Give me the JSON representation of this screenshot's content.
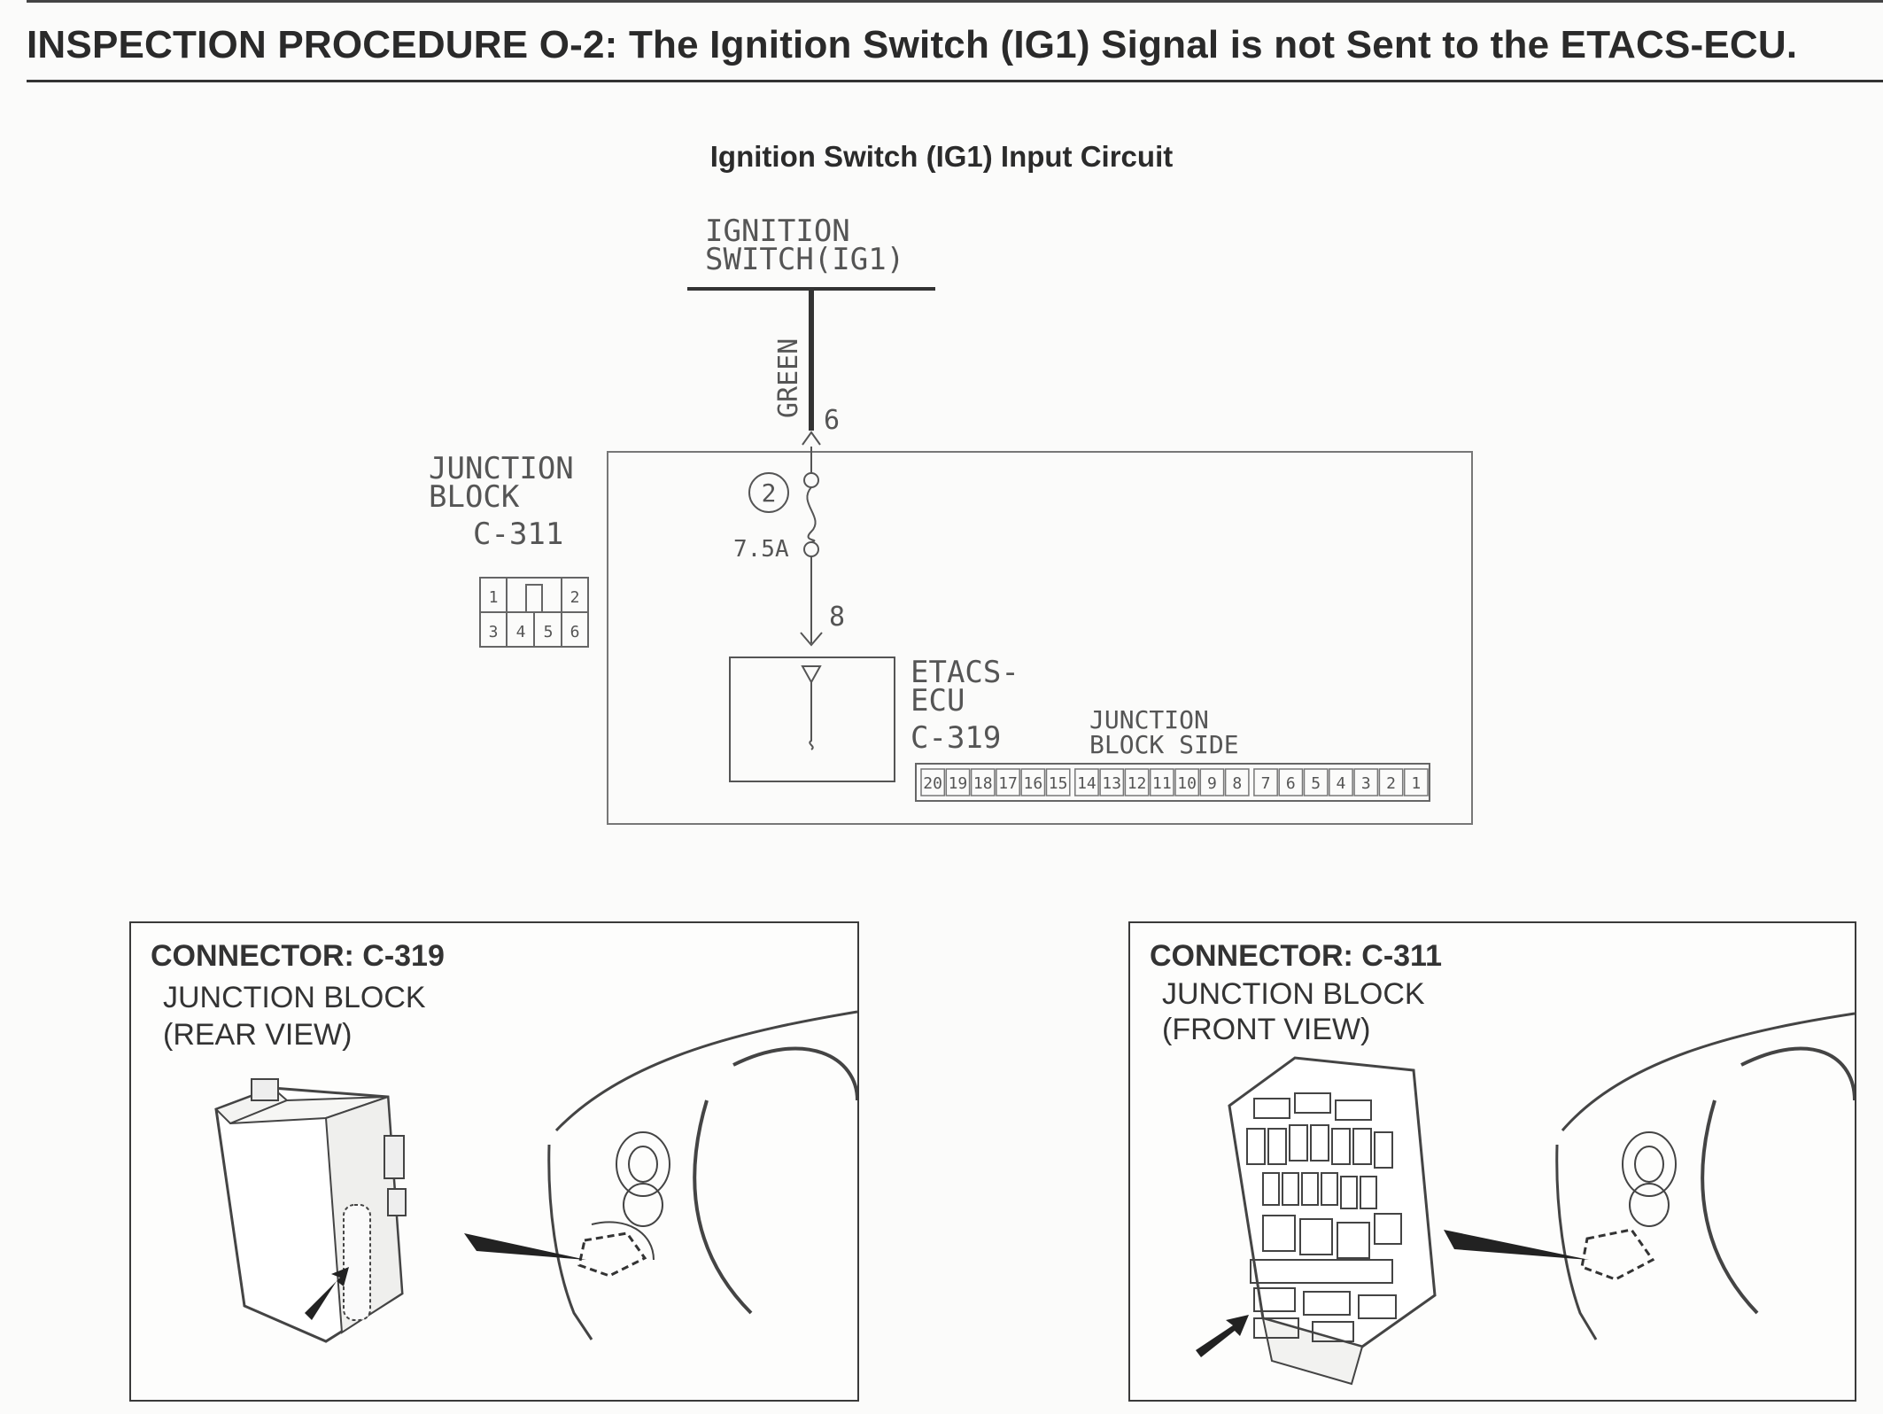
{
  "page": {
    "title": "INSPECTION PROCEDURE O-2: The Ignition Switch (IG1) Signal is not Sent to the ETACS-ECU.",
    "diagram_title": "Ignition Switch (IG1) Input Circuit"
  },
  "circuit": {
    "source_label_line1": "IGNITION",
    "source_label_line2": "SWITCH(IG1)",
    "wire_color": "GREEN",
    "pin_in": "6",
    "fuse_number": "2",
    "fuse_rating": "7.5A",
    "pin_out": "8",
    "junction_label_line1": "JUNCTION",
    "junction_label_line2": "BLOCK",
    "junction_connector": "C-311",
    "c311_pins": [
      "1",
      "2",
      "3",
      "4",
      "5",
      "6"
    ],
    "ecu_label_line1": "ETACS-",
    "ecu_label_line2": "ECU",
    "ecu_connector": "C-319",
    "side_label_line1": "JUNCTION",
    "side_label_line2": "BLOCK SIDE",
    "c319_pins": [
      "20",
      "19",
      "18",
      "17",
      "16",
      "15",
      "14",
      "13",
      "12",
      "11",
      "10",
      "9",
      "8",
      "7",
      "6",
      "5",
      "4",
      "3",
      "2",
      "1"
    ]
  },
  "connectors": [
    {
      "title": "CONNECTOR: C-319",
      "line1": "JUNCTION BLOCK",
      "line2": "(REAR VIEW)"
    },
    {
      "title": "CONNECTOR: C-311",
      "line1": "JUNCTION BLOCK",
      "line2": "(FRONT VIEW)"
    }
  ],
  "colors": {
    "ink": "#333333",
    "line": "#555555",
    "paper": "#fbfbfa"
  }
}
